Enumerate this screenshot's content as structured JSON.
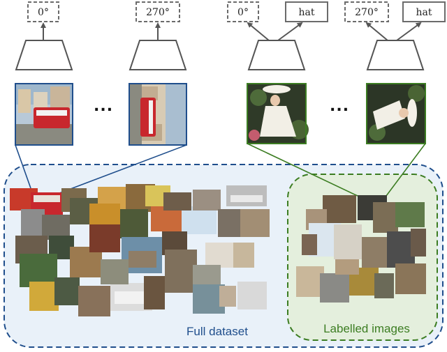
{
  "top_row": {
    "groups": [
      {
        "outputs": [
          "0°"
        ]
      },
      {
        "outputs": [
          "270°"
        ]
      },
      {
        "outputs": [
          "0°",
          "hat"
        ]
      },
      {
        "outputs": [
          "270°",
          "hat"
        ]
      }
    ],
    "ellipsis_left": "...",
    "ellipsis_right": "..."
  },
  "regions": {
    "full_dataset_label": "Full dataset",
    "labelled_images_label": "Labelled images"
  },
  "colors": {
    "blue": "#1f4e8c",
    "green": "#3c7d22",
    "blue_fill": "#e9f1f9",
    "green_fill": "#e4efdd",
    "box_stroke": "#6b6b6b"
  }
}
